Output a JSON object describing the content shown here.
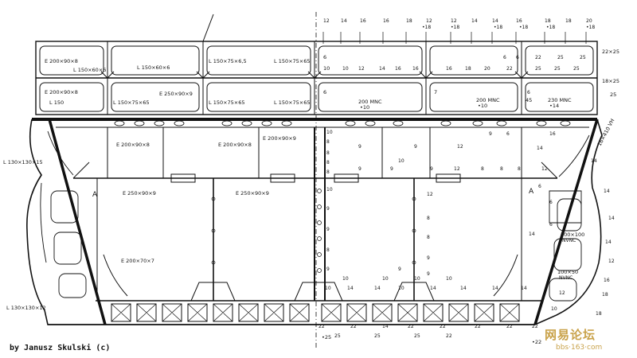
{
  "credit": "by Janusz Skulski (c)",
  "watermark": {
    "cn": "网易论坛",
    "url": "bbs·163·com"
  },
  "labels": [
    "E 200×90×8",
    "L 150×60×6",
    "L 150×75×6,5",
    "L 150×75×65",
    "6",
    "10",
    "12",
    "14",
    "16",
    "18",
    "20",
    "E 200×90×8",
    "E 250×90×9",
    "L 150",
    "L 150×75×65",
    "7",
    "200 MNC",
    "230 MNC",
    "•10",
    "•14",
    "22×25",
    "18×25",
    "25",
    "16×410 VH",
    "L 130×130×15",
    "E 200×90×8",
    "E 200×90×9",
    "E 250×90×9",
    "E 200×70×7",
    "A",
    "8",
    "9",
    "L 130×130×12",
    "22",
    "•25",
    "•22",
    "100×100 NVNC",
    "100×50 NVNC"
  ],
  "colors": {
    "ink": "#111111",
    "watermark": "#c9a24a"
  }
}
